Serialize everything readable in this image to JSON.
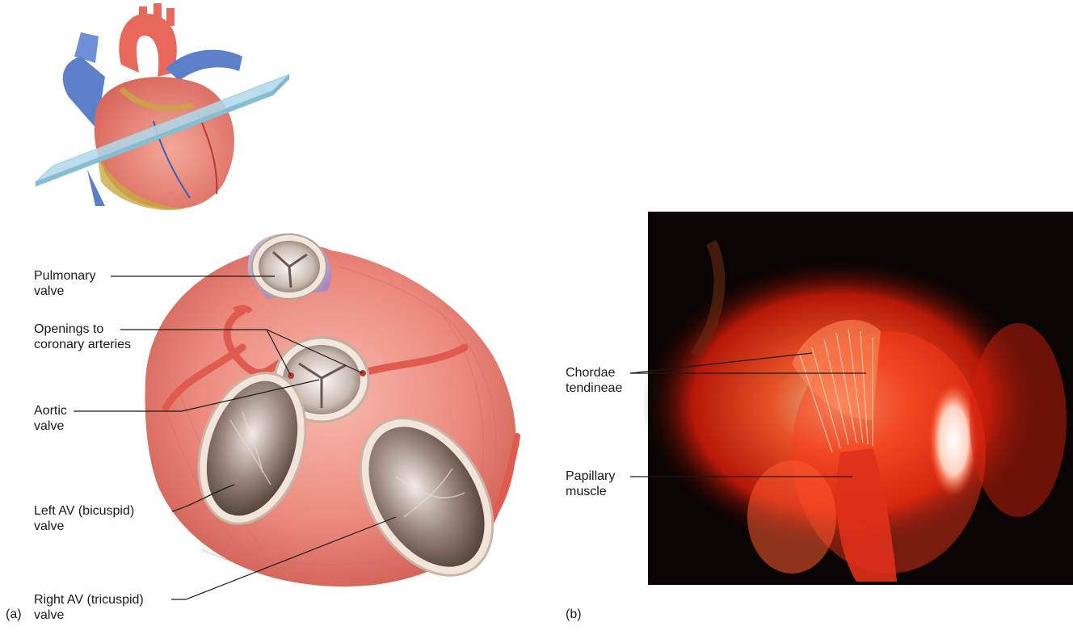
{
  "panels": {
    "a": {
      "letter": "(a)"
    },
    "b": {
      "letter": "(b)"
    }
  },
  "labels_a": {
    "pulmonary_valve": [
      "Pulmonary",
      "valve"
    ],
    "coronary_openings": [
      "Openings to",
      "coronary arteries"
    ],
    "aortic_valve": [
      "Aortic",
      "valve"
    ],
    "left_av_valve": [
      "Left AV (bicuspid)",
      "valve"
    ],
    "right_av_valve": [
      "Right AV (tricuspid)",
      "valve"
    ]
  },
  "labels_b": {
    "chordae_tendineae": [
      "Chordae",
      "tendineae"
    ],
    "papillary_muscle": [
      "Papillary",
      "muscle"
    ]
  },
  "colors": {
    "muscle": "#e8847a",
    "muscle_dark": "#c9544a",
    "vein_blue": "#5b7fc9",
    "artery_red": "#e05a4f",
    "plane": "#a9d6e8",
    "photo_bg": "#0a0504",
    "photo_glow": "#ff3a1a"
  }
}
